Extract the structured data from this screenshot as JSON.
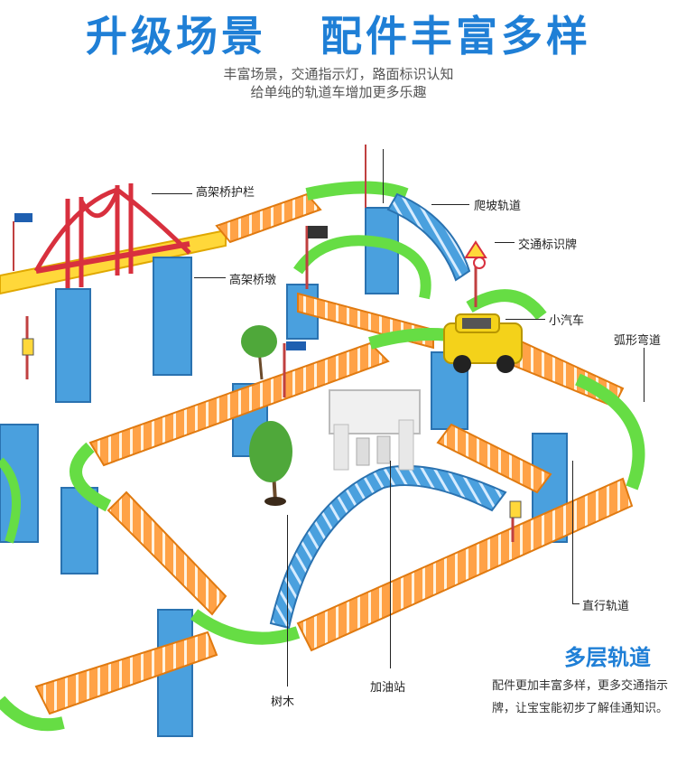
{
  "header": {
    "title": "升级场景   配件丰富多样",
    "subtitle_line1": "丰富场景，交通指示灯，路面标识认知",
    "subtitle_line2": "给单纯的轨道车增加更多乐趣"
  },
  "labels": {
    "bridge_rail": "高架桥护栏",
    "bridge_pier": "高架桥墩",
    "climb_track": "爬坡轨道",
    "traffic_sign": "交通标识牌",
    "small_car": "小汽车",
    "curve_track": "弧形弯道",
    "straight_track": "直行轨道",
    "gas_station": "加油站",
    "tree": "树木"
  },
  "footer": {
    "section_title": "多层轨道",
    "description": "配件更加丰富多样，更多交通指示牌，让宝宝能初步了解佳通知识。"
  },
  "colors": {
    "title_blue": "#1f7fd6",
    "track_orange": "#ffa246",
    "track_green": "#66dd44",
    "track_blue": "#4aa0de",
    "track_yellow": "#ffd83a",
    "bridge_red": "#d8303e",
    "car_yellow": "#f4d21a"
  }
}
